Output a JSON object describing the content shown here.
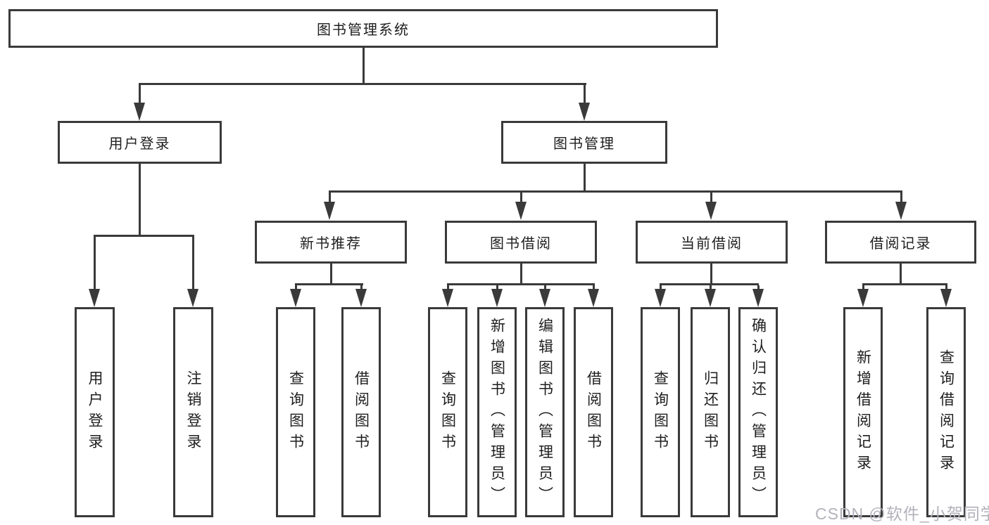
{
  "diagram": {
    "root": {
      "label": "图书管理系统"
    },
    "level2": [
      {
        "label": "用户登录"
      },
      {
        "label": "图书管理"
      }
    ],
    "level3": [
      {
        "label": "新书推荐"
      },
      {
        "label": "图书借阅"
      },
      {
        "label": "当前借阅"
      },
      {
        "label": "借阅记录"
      }
    ],
    "leaves": {
      "user_login": [
        "用户登录",
        "注销登录"
      ],
      "new_book": [
        "查询图书",
        "借阅图书"
      ],
      "borrow": [
        "查询图书",
        "新增图书（管理员）",
        "编辑图书（管理员）",
        "借阅图书"
      ],
      "current": [
        "查询图书",
        "归还图书",
        "确认归还（管理员）"
      ],
      "records": [
        "新增借阅记录",
        "查询借阅记录"
      ]
    },
    "watermark": "CSDN @软件_小贺同学",
    "colors": {
      "line": "#3a3a3a",
      "text": "#1e1e1e",
      "watermark": "#b2b2bb",
      "background": "#ffffff"
    }
  }
}
